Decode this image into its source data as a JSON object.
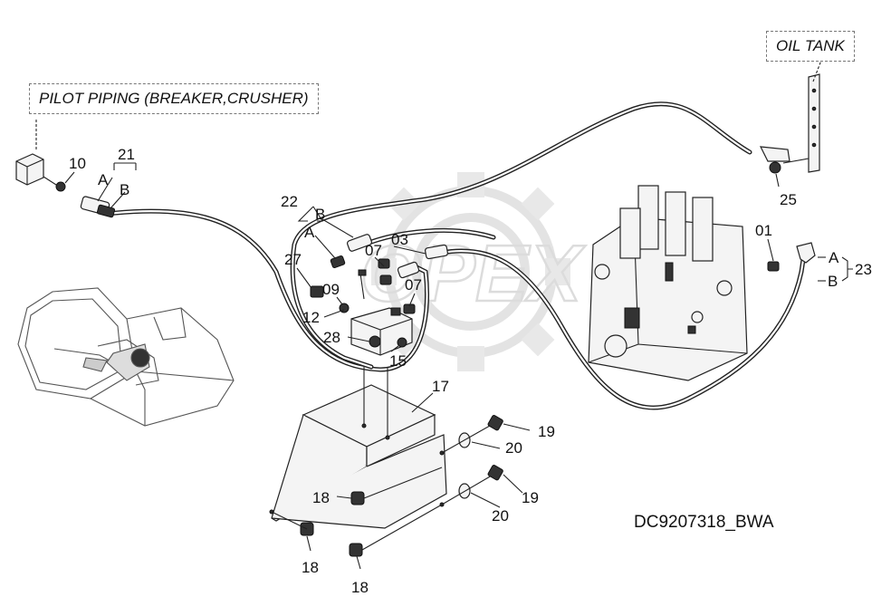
{
  "callouts": {
    "pilot_piping": "PILOT PIPING (BREAKER,CRUSHER)",
    "oil_tank": "OIL TANK"
  },
  "drawing_code": "DC9207318_BWA",
  "watermark": "OPEX",
  "part_labels": {
    "p10": "10",
    "p21": "21",
    "p21a": "A",
    "p21b": "B",
    "p22": "22",
    "p22a": "A",
    "p22b": "B",
    "p27": "27",
    "p07a": "07",
    "p03": "03",
    "p07b": "07",
    "p09": "09",
    "p12": "12",
    "p28": "28",
    "p15": "15",
    "p17": "17",
    "p19a": "19",
    "p20a": "20",
    "p19b": "19",
    "p20b": "20",
    "p18a": "18",
    "p18b": "18",
    "p18c": "18",
    "p01": "01",
    "p23": "23",
    "p23a": "A",
    "p23b": "B",
    "p25": "25"
  },
  "colors": {
    "line": "#222222",
    "background": "#ffffff",
    "watermark": "#e3e3e3"
  }
}
